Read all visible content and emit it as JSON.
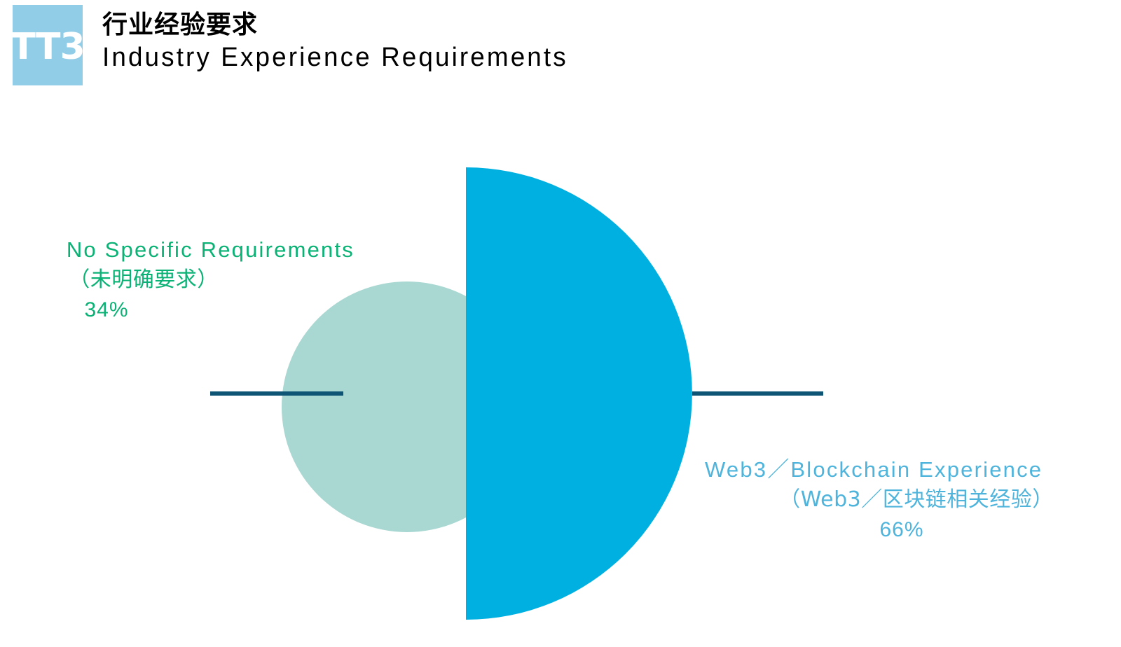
{
  "header": {
    "logo_text": "TT3",
    "logo_bg_color": "#92cde8",
    "title_cn": "行业经验要求",
    "title_en": "Industry Experience Requirements",
    "title_color": "#000000"
  },
  "chart_data": {
    "type": "pie",
    "title": "Industry Experience Requirements",
    "title_cn": "行业经验要求",
    "subtitle": "",
    "xlabel": "",
    "ylabel": "",
    "legend_position": "outside-labels",
    "grid": false,
    "style_note": "half-disc for major share, small circle for minor share, baseline rule through center",
    "categories": [
      "Web3／Blockchain Experience",
      "No Specific Requirements"
    ],
    "values": [
      66,
      34
    ],
    "slices": [
      {
        "name_en": "Web3／Blockchain Experience",
        "name_cn": "（Web3／区块链相关经验）",
        "value": 66,
        "value_label": "66%",
        "color": "#00b0e0"
      },
      {
        "name_en": "No Specific Requirements",
        "name_cn": "（未明确要求）",
        "value": 34,
        "value_label": "34%",
        "color": "#a9d8d2"
      }
    ]
  },
  "labels": {
    "left": {
      "en": "No  Specific  Requirements",
      "cn": "（未明确要求）",
      "pct": "34%",
      "color": "#0bb275"
    },
    "right": {
      "en": "Web3／Blockchain  Experience",
      "cn": "（Web3／区块链相关经验）",
      "pct": "66%",
      "color": "#4fb4dc"
    }
  },
  "shapes": {
    "major_half_disc_color": "#00b0e0",
    "minor_disc_color": "#a9d8d2",
    "baseline_color": "#0e5575"
  }
}
